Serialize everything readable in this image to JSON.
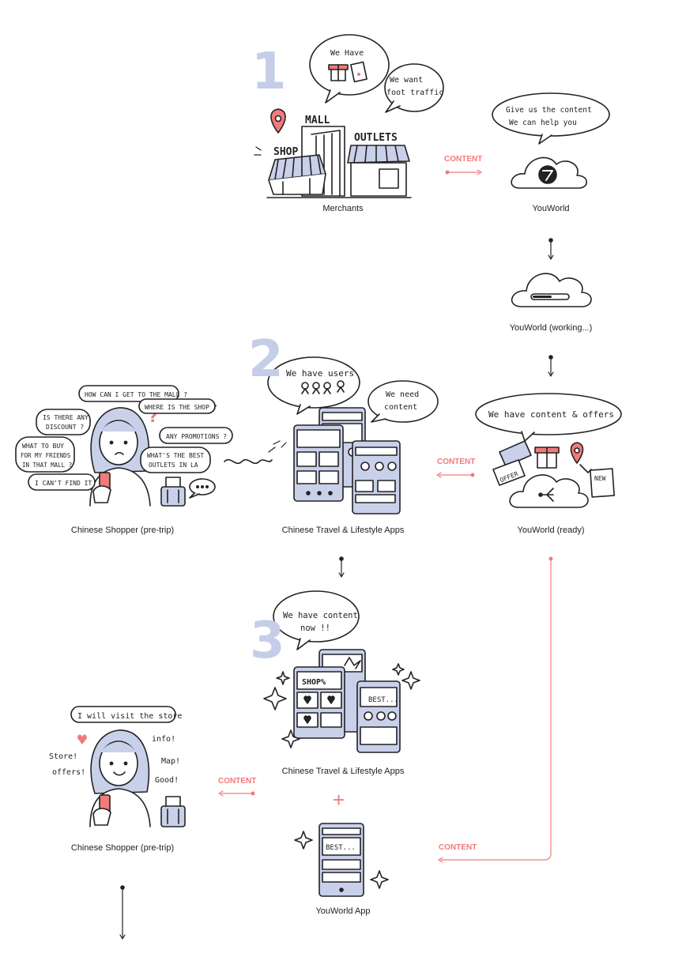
{
  "colors": {
    "accent": "#f27a7a",
    "step": "#c5cde9",
    "ink": "#222222",
    "panel": "#c9d0ea"
  },
  "steps": [
    "1",
    "2",
    "3"
  ],
  "nodes": {
    "merchants": "Merchants",
    "youworld": "YouWorld",
    "youworld_working": "YouWorld (working...)",
    "youworld_ready": "YouWorld (ready)",
    "shopper_pre_trip_a": "Chinese Shopper (pre-trip)",
    "apps_a": "Chinese Travel & Lifestyle Apps",
    "apps_b": "Chinese Travel & Lifestyle Apps",
    "shopper_pre_trip_b": "Chinese Shopper (pre-trip)",
    "youworld_app": "YouWorld App"
  },
  "arrows": {
    "content": "CONTENT"
  },
  "sketch_text": {
    "we_have": "We Have",
    "we_want_1": "We want",
    "we_want_2": "foot traffic",
    "mall": "MALL",
    "shop": "SHOP",
    "outlets": "OUTLETS",
    "give_us_1": "Give us the content",
    "give_us_2": "We can help you",
    "we_have_users": "We have users",
    "we_need_1": "We need",
    "we_need_2": "content",
    "content_offers": "We have content & offers",
    "offer": "OFFER",
    "new": "NEW",
    "q_mall": "HOW CAN I GET TO THE MALL ?",
    "q_where": "WHERE IS THE SHOP ?",
    "q_discount_1": "IS THERE ANY",
    "q_discount_2": "DISCOUNT ?",
    "q_promo": "ANY PROMOTIONS ?",
    "q_buy_1": "WHAT TO BUY",
    "q_buy_2": "FOR MY FRIENDS",
    "q_buy_3": "IN THAT MALL ?",
    "q_best_1": "WHAT'S THE BEST",
    "q_best_2": "OUTLETS IN LA",
    "q_cant": "I CAN'T FIND IT",
    "have_content_1": "We have content",
    "have_content_2": "now !!",
    "shop_pct": "SHOP%",
    "best": "BEST...",
    "visit": "I will visit the store",
    "store": "Store!",
    "offers": "offers!",
    "info": "info!",
    "map": "Map!",
    "good": "Good!",
    "plus": "+"
  }
}
